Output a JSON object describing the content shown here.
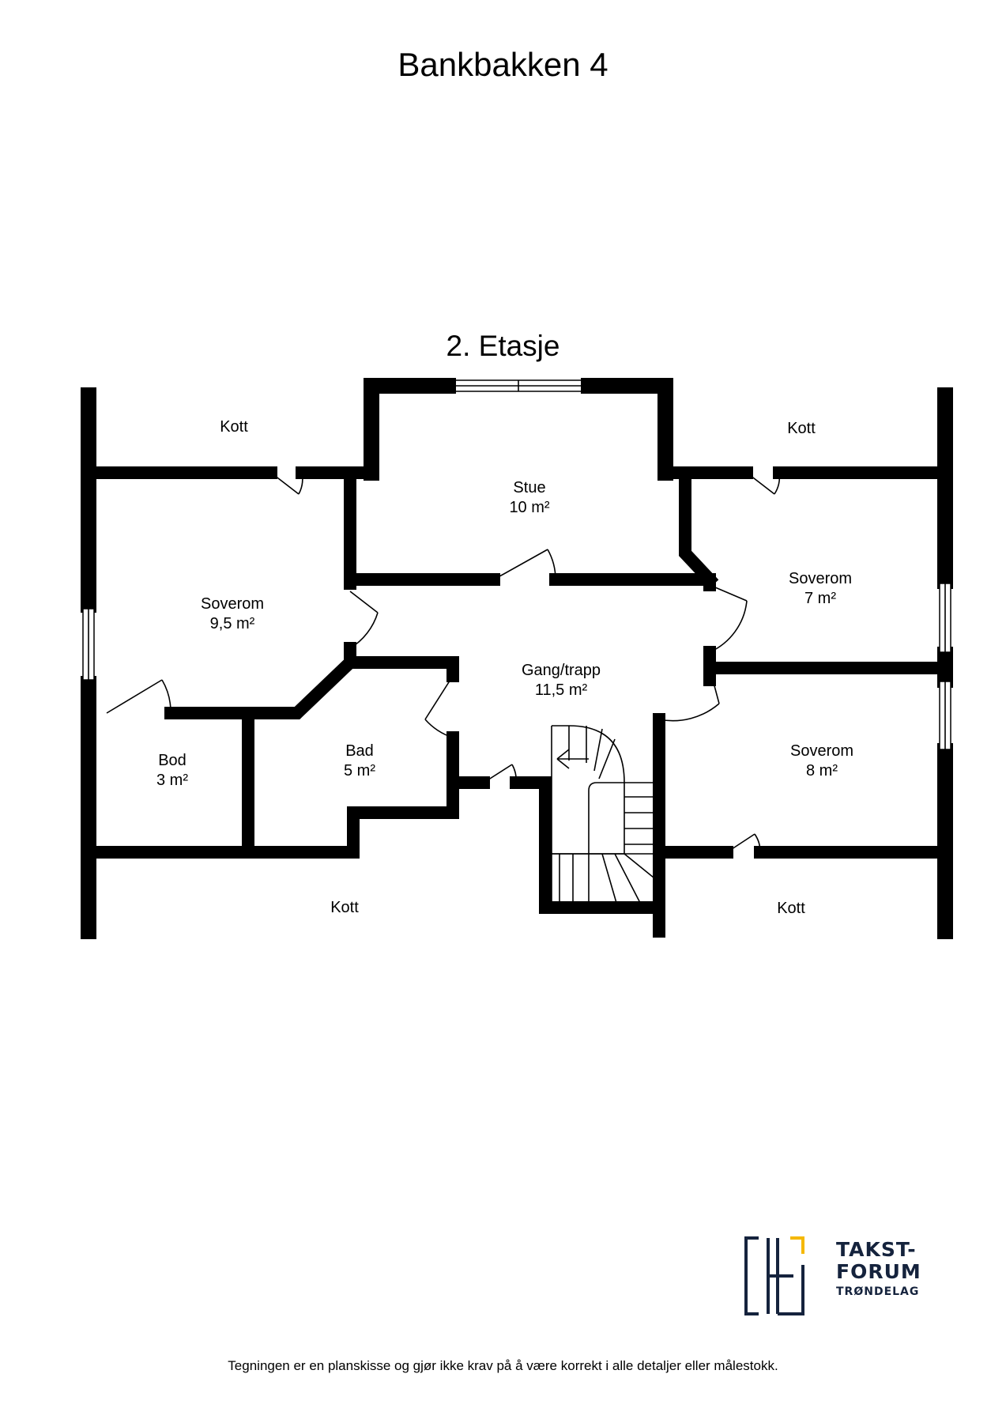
{
  "header": {
    "title": "Bankbakken 4"
  },
  "floor": {
    "title": "2. Etasje"
  },
  "rooms": {
    "kott_top_left": {
      "name": "Kott"
    },
    "kott_top_right": {
      "name": "Kott"
    },
    "stue": {
      "name": "Stue",
      "area": "10 m²"
    },
    "soverom_left": {
      "name": "Soverom",
      "area": "9,5 m²"
    },
    "soverom_top_right": {
      "name": "Soverom",
      "area": "7 m²"
    },
    "gang": {
      "name": "Gang/trapp",
      "area": "11,5 m²"
    },
    "bod": {
      "name": "Bod",
      "area": "3 m²"
    },
    "bad": {
      "name": "Bad",
      "area": "5 m²"
    },
    "soverom_bottom_right": {
      "name": "Soverom",
      "area": "8 m²"
    },
    "kott_bottom_left": {
      "name": "Kott"
    },
    "kott_bottom_right": {
      "name": "Kott"
    }
  },
  "logo": {
    "line1": "TAKST-",
    "line2": "FORUM",
    "line3": "TRØNDELAG",
    "color": "#15233d",
    "accent": "#f5b800"
  },
  "footer": {
    "disclaimer": "Tegningen er en planskisse og gjør ikke krav på å være korrekt i alle detaljer eller målestokk."
  }
}
